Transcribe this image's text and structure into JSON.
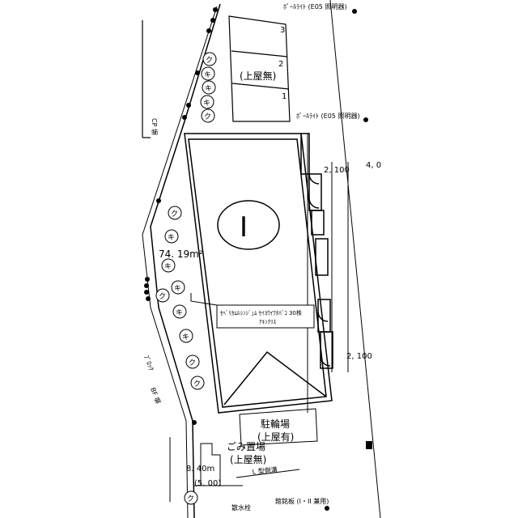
{
  "labels": {
    "pole_light_top": "ﾎﾟｰﾙﾗｲﾄ (E05 照明器)",
    "pole_light_mid": "ﾎﾟｰﾙﾗｲﾄ (E05 照明器)",
    "parking_roof": "(上屋無)",
    "parking_numbers": [
      "3",
      "2",
      "1"
    ],
    "dim_right_top": "2, 100",
    "dim_right_bottom": "2, 100",
    "dim_far_right": "4, 0",
    "building_mark": "I",
    "green_area": "74. 19m²",
    "building_note_line1": "ｾﾍﾞﾘｶﾑﾙｼﾝｼﾞｭﾑ  ｾｲﾖｳｲﾜﾀﾊﾞｺ  30株",
    "building_note_line2": "ｱｷﾝｸﾘｽ",
    "bicycle_parking": "駐輪場",
    "bicycle_parking_roof": "(上屋有)",
    "garbage_area": "ごみ置場",
    "garbage_roof": "(上屋無)",
    "garbage_area_size": "8. 40m",
    "bottom_dimension": "(5. 00)",
    "l_gutter": "L 型側溝",
    "bottom_sign": "館銘板 (I・II 兼用)",
    "bottom_drain": "散水栓",
    "left_block": "ﾌﾞﾛｯｸ",
    "left_cp": "CP 塀",
    "left_bf": "BF 塀"
  },
  "shrubs": {
    "upper_row": [
      "ク",
      "キ",
      "キ",
      "キ",
      "ク"
    ],
    "lower_group": [
      "ク",
      "キ",
      "キ",
      "ク",
      "キ",
      "キ",
      "キ",
      "ク",
      "ク"
    ],
    "bottom": "ク"
  }
}
